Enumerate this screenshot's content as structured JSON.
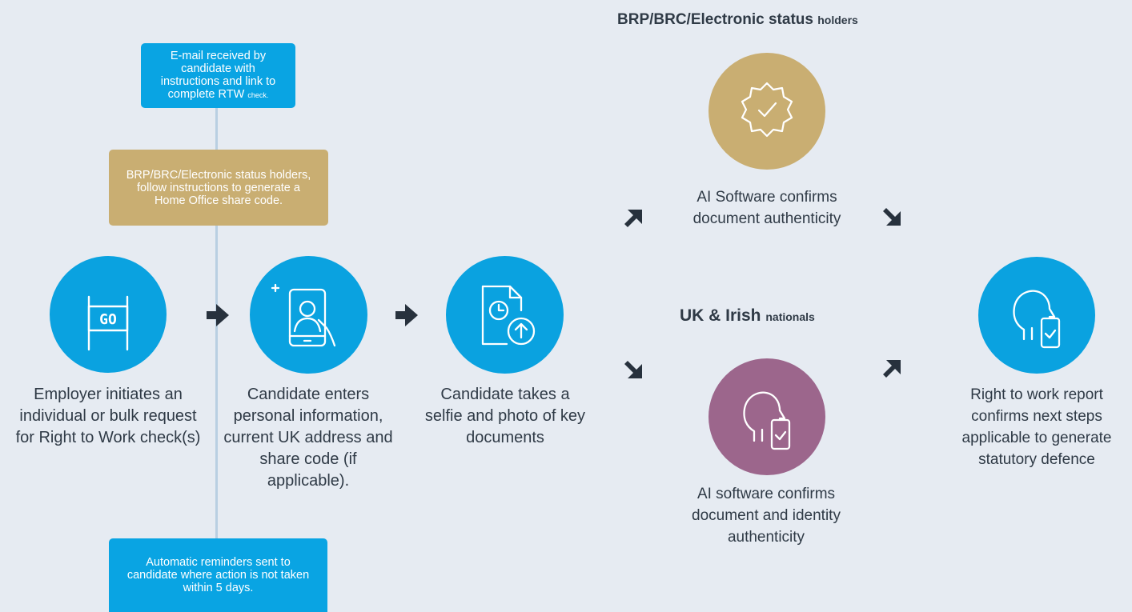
{
  "boxes": {
    "email_main": "E-mail received by candidate with instructions and link to complete RTW",
    "email_small": "check.",
    "share_code": "BRP/BRC/Electronic status holders, follow instructions to generate a Home Office share code.",
    "reminders": "Automatic reminders sent to candidate where action is not taken within 5 days."
  },
  "steps": {
    "employer": "Employer initiates an individual or bulk request for Right to Work check(s)",
    "employer_icon_text": "GO",
    "candidate_enters": "Candidate enters personal information, current UK address and share code (if applicable).",
    "candidate_selfie": "Candidate takes a selfie and photo of key documents",
    "report": "Right to work report confirms next steps applicable to generate statutory defence"
  },
  "branches": {
    "brp_heading": "BRP/BRC/Electronic status",
    "brp_heading_small": "holders",
    "brp_result": "AI Software confirms document authenticity",
    "uk_heading": "UK & Irish",
    "uk_heading_small": "nationals",
    "uk_result": "AI software confirms document and identity authenticity"
  },
  "colors": {
    "background": "#e6ebf2",
    "blue": "#0aa2e0",
    "gold": "#c9ae72",
    "purple": "#9c668c",
    "arrow": "#27313d"
  },
  "icons": [
    "go-sign-icon",
    "phone-selfie-icon",
    "document-upload-icon",
    "verified-badge-icon",
    "face-phone-icon",
    "arrow-icon"
  ]
}
